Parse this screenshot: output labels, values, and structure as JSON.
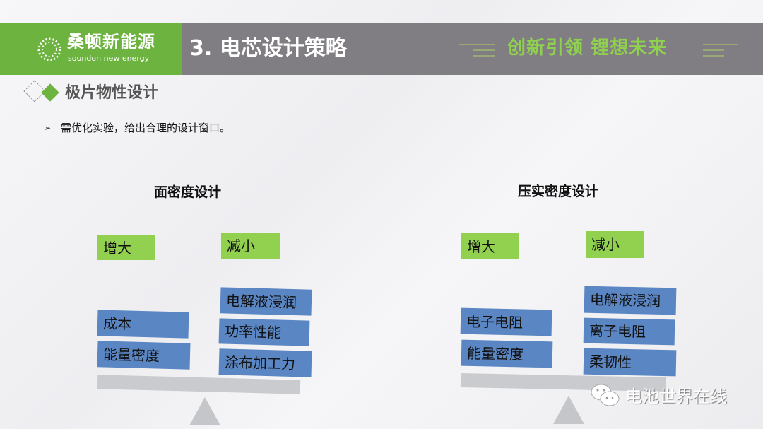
{
  "header": {
    "logo_cn": "桑顿新能源",
    "logo_en": "soundon new energy",
    "title": "3. 电芯设计策略",
    "slogan": "创新引领  锂想未来"
  },
  "section": {
    "subtitle": "极片物性设计",
    "bullet": "需优化实验，给出合理的设计窗口。"
  },
  "left": {
    "title": "面密度设计",
    "increase": "增大",
    "decrease": "减小",
    "increase_items": [
      "成本",
      "能量密度"
    ],
    "decrease_items": [
      "电解液浸润",
      "功率性能",
      "涂布加工力"
    ]
  },
  "right": {
    "title": "压实密度设计",
    "increase": "增大",
    "decrease": "减小",
    "increase_items": [
      "电子电阻",
      "能量密度"
    ],
    "decrease_items": [
      "电解液浸润",
      "离子电阻",
      "柔韧性"
    ]
  },
  "watermark": "电池世界在线",
  "colors": {
    "green": "#6db33f",
    "gray": "#807e82",
    "box_green": "#92d050",
    "box_blue": "#5a86c4"
  }
}
